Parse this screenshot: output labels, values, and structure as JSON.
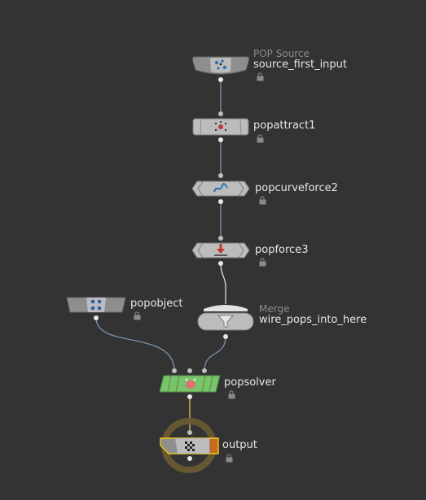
{
  "network": {
    "nodes": [
      {
        "id": "source",
        "type_label": "POP Source",
        "name": "source_first_input",
        "icon": "pop-source-icon"
      },
      {
        "id": "attract",
        "type_label": "",
        "name": "popattract1",
        "icon": "pop-attract-icon"
      },
      {
        "id": "curveforce",
        "type_label": "",
        "name": "popcurveforce2",
        "icon": "curve-force-icon"
      },
      {
        "id": "force",
        "type_label": "",
        "name": "popforce3",
        "icon": "force-arrow-icon"
      },
      {
        "id": "popobject",
        "type_label": "",
        "name": "popobject",
        "icon": "pop-object-icon"
      },
      {
        "id": "merge",
        "type_label": "Merge",
        "name": "wire_pops_into_here",
        "icon": "merge-funnel-icon"
      },
      {
        "id": "solver",
        "type_label": "",
        "name": "popsolver",
        "icon": "pop-solver-icon"
      },
      {
        "id": "output",
        "type_label": "",
        "name": "output",
        "icon": "output-checker-icon"
      }
    ],
    "colors": {
      "background": "#333333",
      "node_body": "#bcbcbc",
      "node_dark": "#8e8e8e",
      "solver_green": "#79c36a",
      "wire_blue": "#7b93ad",
      "wire_white": "#dedede",
      "wire_yellow": "#d8c24e",
      "output_ring": "#6b5a32",
      "display_flag": "#c86a1a",
      "selection": "#f0c814"
    }
  }
}
